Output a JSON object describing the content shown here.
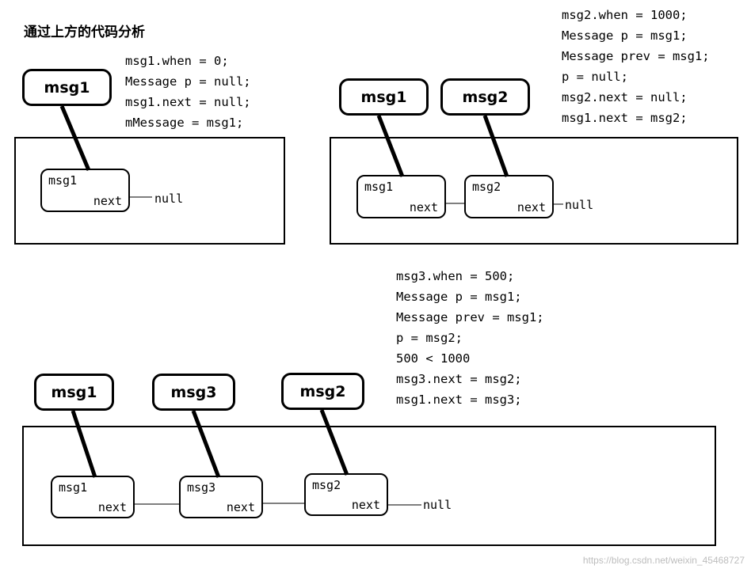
{
  "title": "通过上方的代码分析",
  "watermark": "https://blog.csdn.net/weixin_45468727",
  "code_blocks": {
    "block1": "msg1.when = 0;\nMessage p = null;\nmsg1.next = null;\nmMessage = msg1;",
    "block2": "msg2.when = 1000;\nMessage p = msg1;\nMessage prev = msg1;\np = null;\nmsg2.next = null;\nmsg1.next = msg2;",
    "block3": "msg3.when = 500;\nMessage p = msg1;\nMessage prev = msg1;\np = msg2;\n500 < 1000\nmsg3.next = msg2;\nmsg1.next = msg3;"
  },
  "diagram1": {
    "tags": [
      {
        "label": "msg1"
      }
    ],
    "nodes": [
      {
        "label": "msg1",
        "next": "next"
      }
    ],
    "terminator": "null"
  },
  "diagram2": {
    "tags": [
      {
        "label": "msg1"
      },
      {
        "label": "msg2"
      }
    ],
    "nodes": [
      {
        "label": "msg1",
        "next": "next"
      },
      {
        "label": "msg2",
        "next": "next"
      }
    ],
    "terminator": "null"
  },
  "diagram3": {
    "tags": [
      {
        "label": "msg1"
      },
      {
        "label": "msg3"
      },
      {
        "label": "msg2"
      }
    ],
    "nodes": [
      {
        "label": "msg1",
        "next": "next"
      },
      {
        "label": "msg3",
        "next": "next"
      },
      {
        "label": "msg2",
        "next": "next"
      }
    ],
    "terminator": "null"
  }
}
